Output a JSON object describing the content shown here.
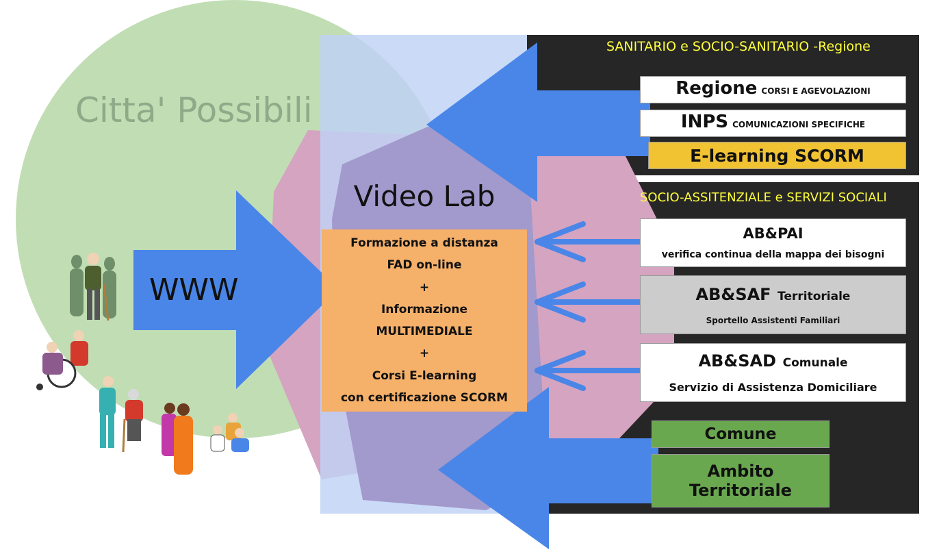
{
  "background_title": "Citta' Possibili",
  "www_label": "WWW",
  "center": {
    "title": "Video Lab",
    "lines": [
      "Formazione a distanza",
      "FAD on-line",
      "+",
      "Informazione",
      "MULTIMEDIALE",
      "+",
      "Corsi E-learning",
      "con certificazione SCORM"
    ]
  },
  "sanitario": {
    "header": "SANITARIO e SOCIO-SANITARIO -Regione",
    "regione_main": "Regione",
    "regione_sub": "CORSI E AGEVOLAZIONI",
    "inps_main": "INPS",
    "inps_sub": "COMUNICAZIONI SPECIFICHE",
    "elearning": "E-learning SCORM"
  },
  "sociale": {
    "header": "SOCIO-ASSITENZIALE e SERVIZI SOCIALI",
    "abpai_title": "AB&PAI",
    "abpai_sub": "verifica continua della mappa dei bisogni",
    "absaf_title": "AB&SAF",
    "absaf_title_suffix": "Territoriale",
    "absaf_sub": "Sportello Assistenti Familiari",
    "absad_title": "AB&SAD",
    "absad_title_suffix": "Comunale",
    "absad_sub": "Servizio di Assistenza Domiciliare",
    "comune": "Comune",
    "ambito_line1": "Ambito",
    "ambito_line2": "Territoriale"
  },
  "colors": {
    "circle": "#c1ddb4",
    "center_column": "#bed2f5",
    "pink_region": "#d5a4c0",
    "purple_hex": "#a299cc",
    "lead_box": "#f5b06a",
    "arrow": "#4a86e8",
    "dark_panel": "#262626",
    "header_text": "#ffff3c",
    "scorm_box": "#f1c232",
    "green_box": "#6aa84f",
    "grey_box": "#cccccc"
  }
}
